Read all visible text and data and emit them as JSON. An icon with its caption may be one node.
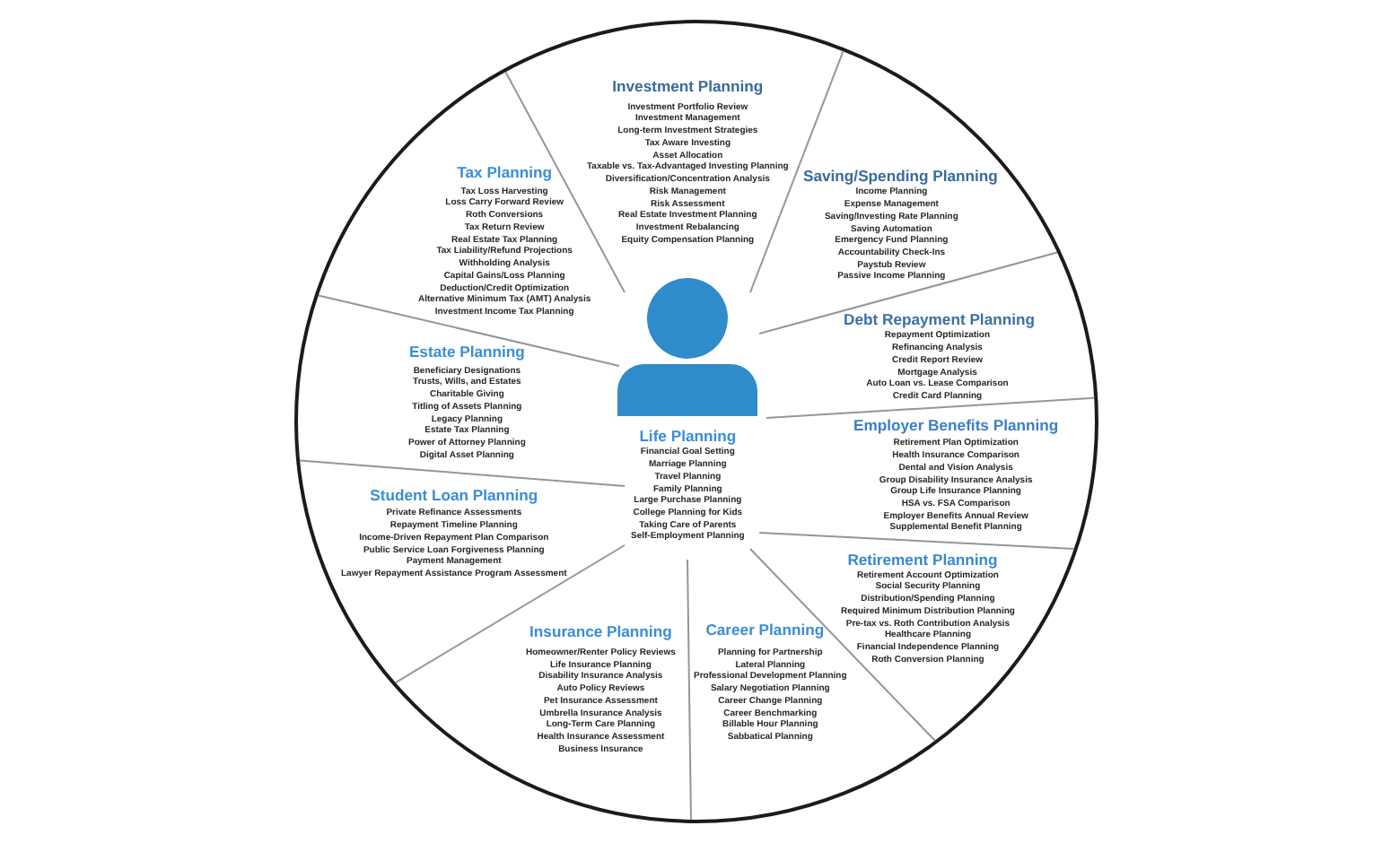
{
  "diagram": {
    "nodes": [
      {
        "text": [],
        "shape": "circle"
      },
      {
        "text": [
          "Investment Planning",
          "Investment Portfolio Review",
          "Investment Management",
          "Long-term Investment Strategies",
          "Tax Aware Investing",
          "Asset Allocation",
          "Taxable vs. Tax-Advantaged Investing Planning",
          "Diversification/Concentration Analysis",
          "Risk Management",
          "Risk Assessment",
          "Real Estate Investment Planning",
          "Investment Rebalancing",
          "Equity Compensation Planning"
        ],
        "in": 0
      },
      {
        "text": [
          "Tax Planning",
          "Tax Loss Harvesting",
          "Loss Carry Forward Review",
          "Roth Conversions",
          "Tax Return Review",
          "Real Estate Tax Planning",
          "Tax Liability/Refund Projections",
          "Withholding Analysis",
          "Capital Gains/Loss Planning",
          "Deduction/Credit Optimization",
          "Alternative Minimum Tax (AMT) Analysis",
          "Investment Income Tax Planning"
        ],
        "in": 0
      },
      {
        "text": [
          "Saving/Spending Planning",
          "Income Planning",
          "Expense Management",
          "Saving/Investing Rate Planning",
          "Saving Automation",
          "Emergency Fund Planning",
          "Accountability Check-Ins",
          "Paystub Review",
          "Passive Income Planning"
        ],
        "in": 0
      },
      {
        "text": [],
        "shape": "person",
        "in": 0
      },
      {
        "text": [
          "Debt Repayment Planning",
          "Repayment Optimization",
          "Refinancing Analysis",
          "Credit Report Review",
          "Mortgage Analysis",
          "Auto Loan vs. Lease Comparison",
          "Credit Card Planning"
        ],
        "in": 0
      },
      {
        "text": [
          "Estate Planning",
          "Beneficiary Designations",
          "Trusts, Wills, and Estates",
          "Charitable Giving",
          "Titling of Assets Planning",
          "Legacy Planning",
          "Estate Tax Planning",
          "Power of Attorney Planning",
          "Digital Asset Planning"
        ],
        "in": 0
      },
      {
        "text": [
          "Employer Benefits Planning",
          "Retirement Plan Optimization",
          "Health Insurance Comparison",
          "Dental and Vision Analysis",
          "Group Disability Insurance Analysis",
          "Group Life Insurance Planning",
          "HSA vs. FSA Comparison",
          "Employer Benefits Annual Review",
          "Supplemental Benefit Planning"
        ],
        "in": 0
      },
      {
        "text": [
          "Life Planning",
          "Financial Goal Setting",
          "Marriage Planning",
          "Travel Planning",
          "Family Planning",
          "Large Purchase Planning",
          "College Planning for Kids",
          "Taking Care of Parents",
          "Self-Employment Planning"
        ],
        "in": 0
      },
      {
        "text": [
          "Student Loan Planning",
          "Private Refinance Assessments",
          "Repayment Timeline Planning",
          "Income-Driven Repayment Plan Comparison",
          "Public Service Loan Forgiveness Planning",
          "Payment Management",
          "Lawyer Repayment Assistance Program Assessment"
        ],
        "in": 0
      },
      {
        "text": [
          "Retirement Planning",
          "Retirement Account Optimization",
          "Social Security Planning",
          "Distribution/Spending Planning",
          "Required Minimum Distribution Planning",
          "Pre-tax vs. Roth Contribution Analysis",
          "Healthcare Planning",
          "Financial Independence Planning",
          "Roth Conversion Planning"
        ],
        "in": 0
      },
      {
        "text": [
          "Insurance Planning",
          "Homeowner/Renter Policy Reviews",
          "Life Insurance Planning",
          "Disability Insurance Analysis",
          "Auto Policy Reviews",
          "Pet Insurance Assessment",
          "Umbrella Insurance Analysis",
          "Long-Term Care Planning",
          "Health Insurance Assessment",
          "Business Insurance"
        ],
        "in": 0
      },
      {
        "text": [
          "Career Planning",
          "Planning for Partnership",
          "Lateral Planning",
          "Professional Development Planning",
          "Salary Negotiation Planning",
          "Career Change Planning",
          "Career Benchmarking",
          "Billable Hour Planning",
          "Sabbatical Planning"
        ],
        "in": 0
      }
    ]
  }
}
